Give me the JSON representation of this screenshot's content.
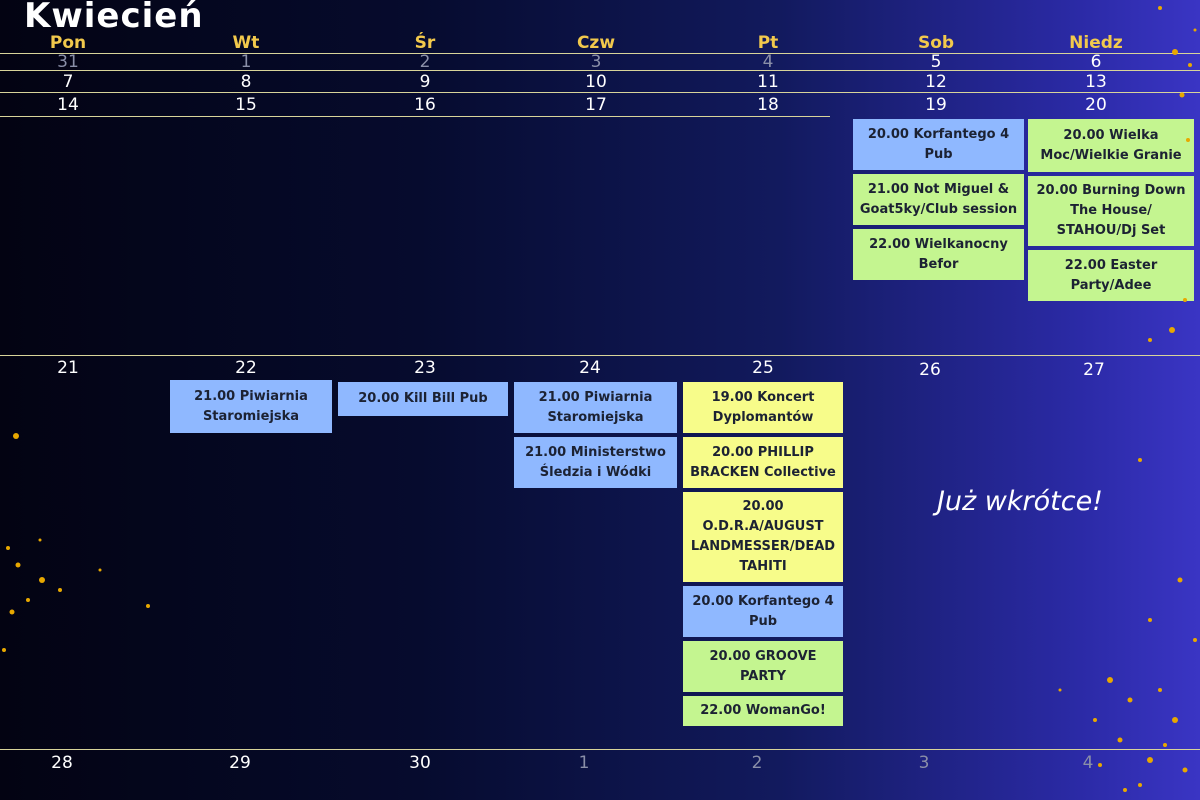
{
  "title": "Kwiecień",
  "day_names": [
    "Pon",
    "Wt",
    "Śr",
    "Czw",
    "Pt",
    "Sob",
    "Niedz"
  ],
  "weeks": [
    {
      "days": [
        {
          "n": "31",
          "dim": true
        },
        {
          "n": "1",
          "dim": true
        },
        {
          "n": "2",
          "dim": true
        },
        {
          "n": "3",
          "dim": true
        },
        {
          "n": "4",
          "dim": true
        },
        {
          "n": "5",
          "dim": false
        },
        {
          "n": "6",
          "dim": false
        }
      ]
    },
    {
      "days": [
        {
          "n": "7"
        },
        {
          "n": "8"
        },
        {
          "n": "9"
        },
        {
          "n": "10"
        },
        {
          "n": "11"
        },
        {
          "n": "12"
        },
        {
          "n": "13"
        }
      ]
    },
    {
      "days": [
        {
          "n": "14"
        },
        {
          "n": "15"
        },
        {
          "n": "16"
        },
        {
          "n": "17"
        },
        {
          "n": "18"
        },
        {
          "n": "19"
        },
        {
          "n": "20"
        }
      ]
    },
    {
      "days": [
        {
          "n": "21"
        },
        {
          "n": "22"
        },
        {
          "n": "23"
        },
        {
          "n": "24"
        },
        {
          "n": "25"
        },
        {
          "n": "26"
        },
        {
          "n": "27"
        }
      ]
    },
    {
      "days": [
        {
          "n": "28"
        },
        {
          "n": "29"
        },
        {
          "n": "30"
        },
        {
          "n": "1",
          "dim": true
        },
        {
          "n": "2",
          "dim": true
        },
        {
          "n": "3",
          "dim": true
        },
        {
          "n": "4",
          "dim": true
        }
      ]
    }
  ],
  "events": {
    "sat19": [
      {
        "text": "20.00 Korfantego 4 Pub",
        "color": "blue"
      },
      {
        "text": "21.00 Not Miguel & Goat5ky/Club session",
        "color": "green"
      },
      {
        "text": "22.00 Wielkanocny Befor",
        "color": "green"
      }
    ],
    "sun20": [
      {
        "text": "20.00 Wielka Moc/Wielkie Granie",
        "color": "green"
      },
      {
        "text": "20.00 Burning Down The House/ STAHOU/Dj Set",
        "color": "green"
      },
      {
        "text": "22.00 Easter Party/Adee",
        "color": "green"
      }
    ],
    "tue22": [
      {
        "text": "21.00 Piwiarnia Staromiejska",
        "color": "blue"
      }
    ],
    "wed23": [
      {
        "text": "20.00 Kill Bill Pub",
        "color": "blue"
      }
    ],
    "thu24": [
      {
        "text": "21.00 Piwiarnia Staromiejska",
        "color": "blue"
      },
      {
        "text": "21.00 Ministerstwo Śledzia i Wódki",
        "color": "blue"
      }
    ],
    "fri25": [
      {
        "text": "19.00 Koncert Dyplomantów",
        "color": "yellow"
      },
      {
        "text": "20.00 PHILLIP BRACKEN Collective",
        "color": "yellow"
      },
      {
        "text": "20.00 O.D.R.A/AUGUST LANDMESSER/DEAD TAHITI",
        "color": "yellow"
      },
      {
        "text": "20.00 Korfantego 4 Pub",
        "color": "blue"
      },
      {
        "text": "20.00 GROOVE PARTY",
        "color": "green"
      },
      {
        "text": "22.00 WomanGo!",
        "color": "green"
      }
    ]
  },
  "coming_soon": "Już wkrótce!",
  "colors": {
    "accent": "#f2c94c",
    "blue": "#8fb8ff",
    "green": "#c4f590",
    "yellow": "#f7fc8a"
  }
}
